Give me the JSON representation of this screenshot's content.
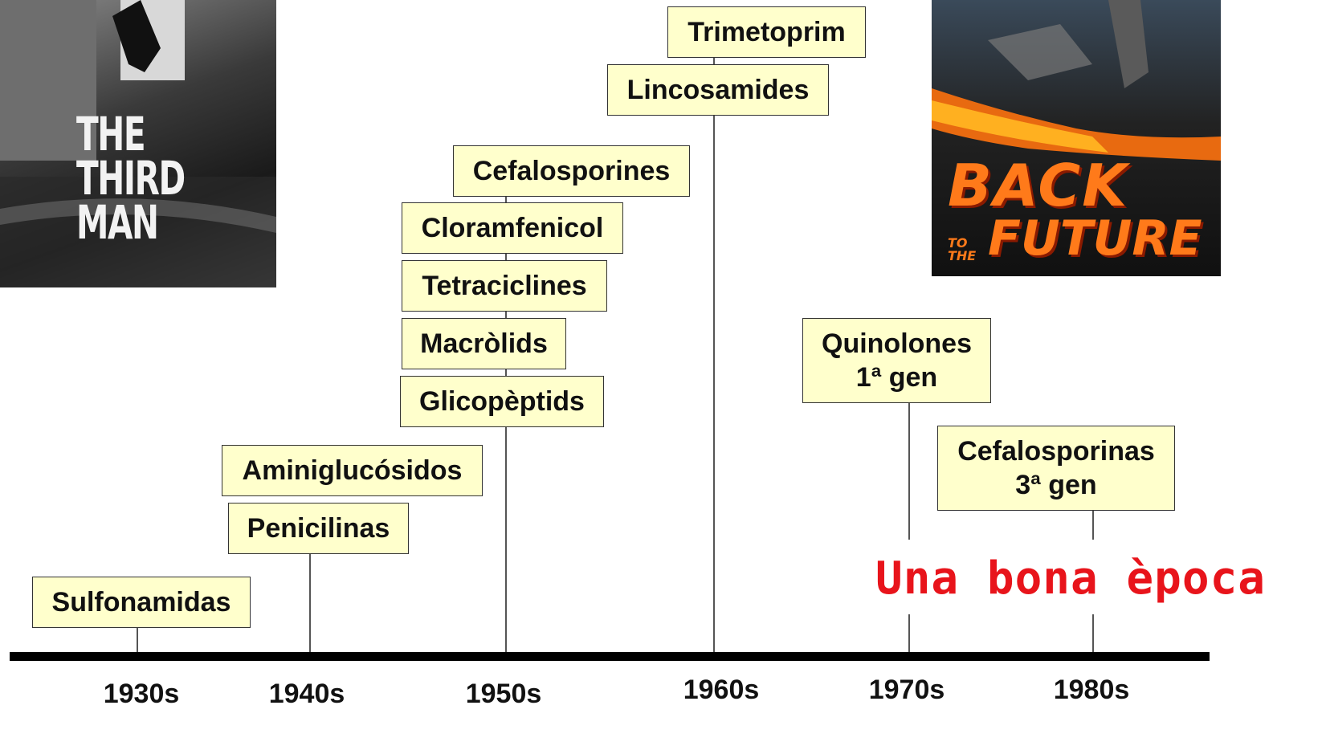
{
  "posters": {
    "left": {
      "title_line1": "THE",
      "title_line2": "THIRD",
      "title_line3": "MAN"
    },
    "right": {
      "title_line1": "BACK",
      "title_line2": "TO THE",
      "title_line3": "FUTURE"
    }
  },
  "decades": [
    "1930s",
    "1940s",
    "1950s",
    "1960s",
    "1970s",
    "1980s"
  ],
  "antibiotics": {
    "sulfonamidas": "Sulfonamidas",
    "penicilinas": "Penicilinas",
    "aminiglucosidos": "Aminiglucósidos",
    "glicopeptids": "Glicopèptids",
    "macrolids": "Macròlids",
    "tetraciclines": "Tetraciclines",
    "cloramfenicol": "Cloramfenicol",
    "cefalosporines": "Cefalosporines",
    "lincosamides": "Lincosamides",
    "trimetoprim": "Trimetoprim",
    "quinolones_l1": "Quinolones",
    "quinolones_l2": "1ª gen",
    "cefalosporinas_l1": "Cefalosporinas",
    "cefalosporinas_l2": "3ª gen"
  },
  "caption": "Una bona època",
  "colors": {
    "box_fill": "#ffffcc",
    "caption": "#e8141b",
    "axis": "#000000"
  }
}
